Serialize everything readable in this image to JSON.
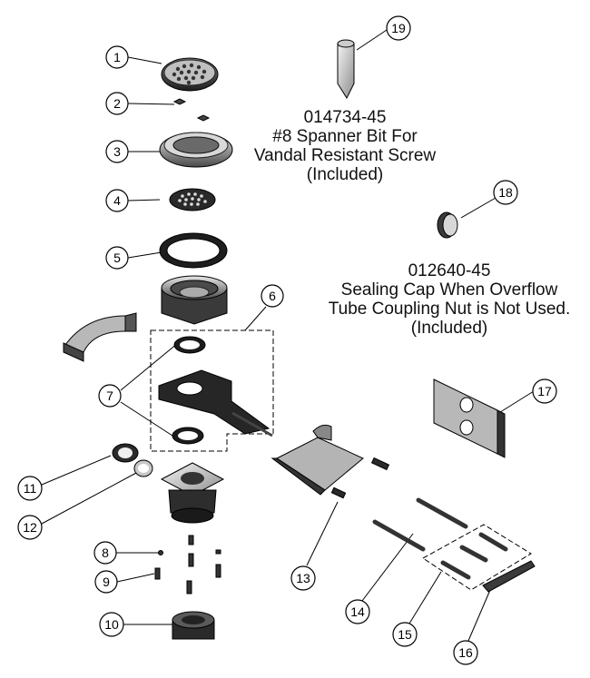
{
  "callouts": [
    {
      "id": "1",
      "label": "1"
    },
    {
      "id": "2",
      "label": "2"
    },
    {
      "id": "3",
      "label": "3"
    },
    {
      "id": "4",
      "label": "4"
    },
    {
      "id": "5",
      "label": "5"
    },
    {
      "id": "6",
      "label": "6"
    },
    {
      "id": "7",
      "label": "7"
    },
    {
      "id": "8",
      "label": "8"
    },
    {
      "id": "9",
      "label": "9"
    },
    {
      "id": "10",
      "label": "10"
    },
    {
      "id": "11",
      "label": "11"
    },
    {
      "id": "12",
      "label": "12"
    },
    {
      "id": "13",
      "label": "13"
    },
    {
      "id": "14",
      "label": "14"
    },
    {
      "id": "15",
      "label": "15"
    },
    {
      "id": "16",
      "label": "16"
    },
    {
      "id": "17",
      "label": "17"
    },
    {
      "id": "18",
      "label": "18"
    },
    {
      "id": "19",
      "label": "19"
    }
  ],
  "notes": {
    "spanner_bit": {
      "part_number": "014734-45",
      "line1": "#8 Spanner Bit For",
      "line2": "Vandal Resistant Screw",
      "line3": "(Included)"
    },
    "sealing_cap": {
      "part_number": "012640-45",
      "line1": "Sealing Cap When Overflow",
      "line2": "Tube Coupling Nut is Not Used.",
      "line3": "(Included)"
    }
  }
}
